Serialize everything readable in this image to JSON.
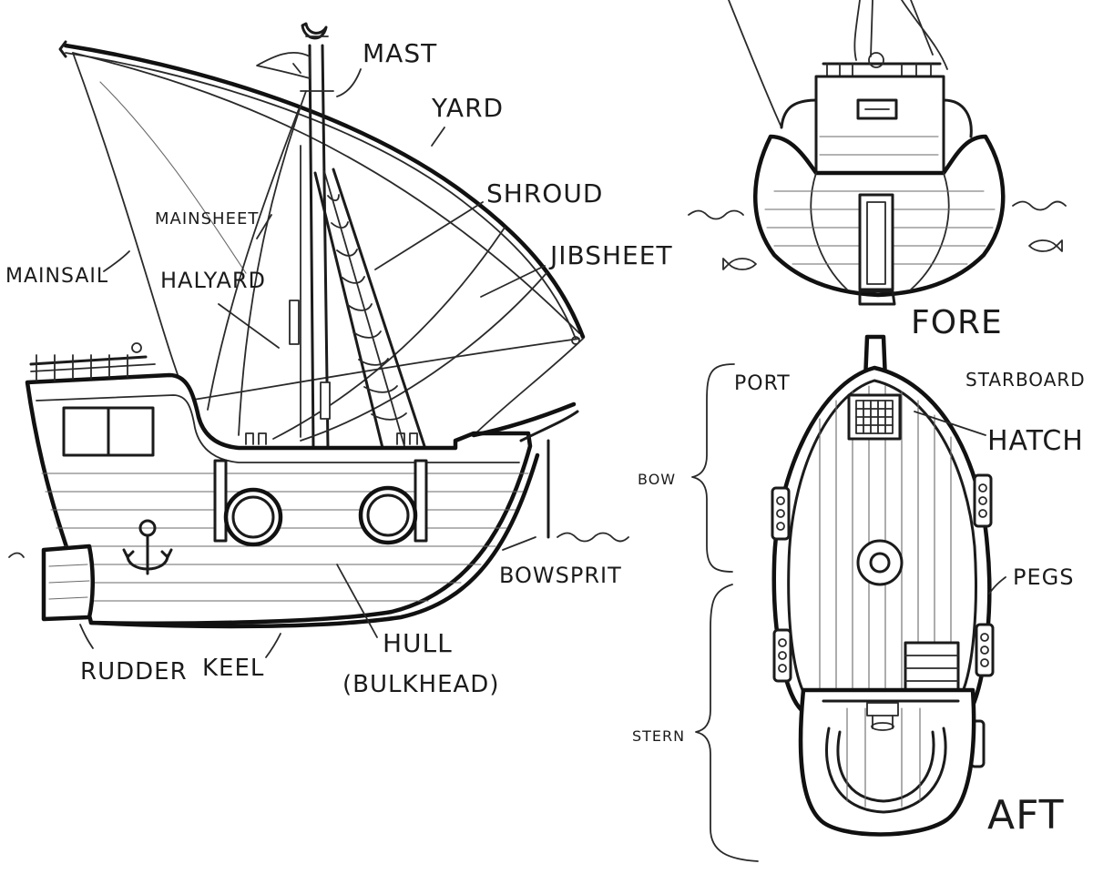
{
  "side_view": {
    "labels": {
      "mast": "MAST",
      "yard": "YARD",
      "shroud": "SHROUD",
      "mainsheet": "MAINSHEET",
      "jibsheet": "JIBSHEET",
      "mainsail": "MAINSAIL",
      "halyard": "HALYARD",
      "bowsprit": "BOWSPRIT",
      "rudder": "RUDDER",
      "keel": "KEEL",
      "hull": "HULL",
      "bulkhead": "(BULKHEAD)"
    }
  },
  "front_view": {
    "labels": {
      "fore": "FORE"
    }
  },
  "top_view": {
    "labels": {
      "port": "PORT",
      "starboard": "STARBOARD",
      "hatch": "HATCH",
      "bow": "BOW",
      "pegs": "PEGS",
      "stern": "STERN",
      "aft": "AFT"
    }
  },
  "style": {
    "ink": "#1b1b1b",
    "paper": "#ffffff"
  }
}
